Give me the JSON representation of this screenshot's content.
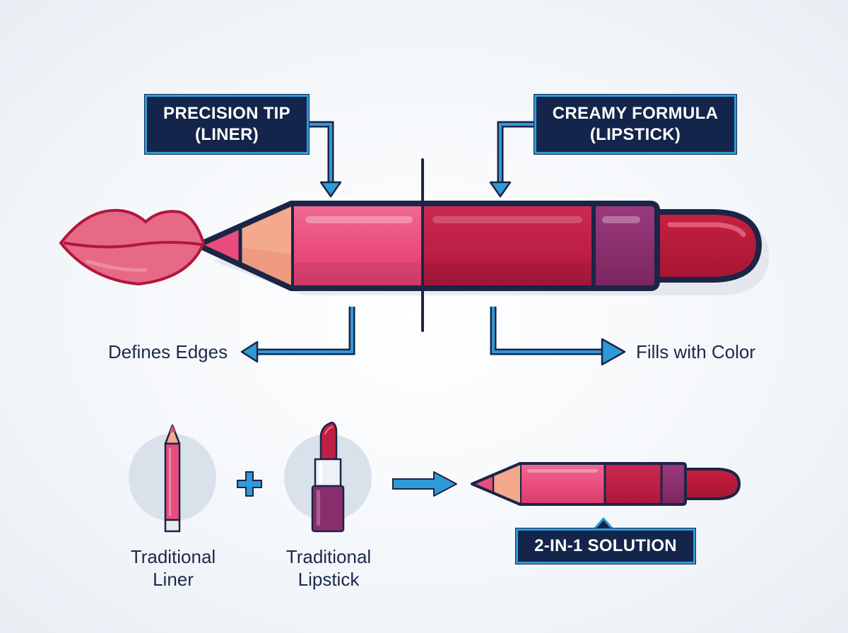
{
  "callouts": {
    "precision_tip": {
      "line1": "PRECISION TIP",
      "line2": "(LINER)"
    },
    "creamy_formula": {
      "line1": "CREAMY FORMULA",
      "line2": "(LIPSTICK)"
    },
    "solution": "2-IN-1 SOLUTION"
  },
  "labels": {
    "defines_edges": "Defines Edges",
    "fills_with_color": "Fills with Color"
  },
  "comparison": {
    "liner": {
      "line1": "Traditional",
      "line2": "Liner"
    },
    "lipstick": {
      "line1": "Traditional",
      "line2": "Lipstick"
    },
    "operator": "+"
  },
  "colors": {
    "navy_outline": "#1b2547",
    "accent_blue": "#2e9bd9",
    "callout_bg": "#13254a",
    "liner_pink": "#ea4c7e",
    "lipstick_red": "#bf1f45",
    "band_purple": "#8a2d6c",
    "wood": "#f4a98c",
    "lips": "#e66a86"
  },
  "icons": [
    "lips-icon",
    "pencil-icon",
    "lipstick-icon",
    "plus-icon",
    "arrow-right-icon"
  ]
}
